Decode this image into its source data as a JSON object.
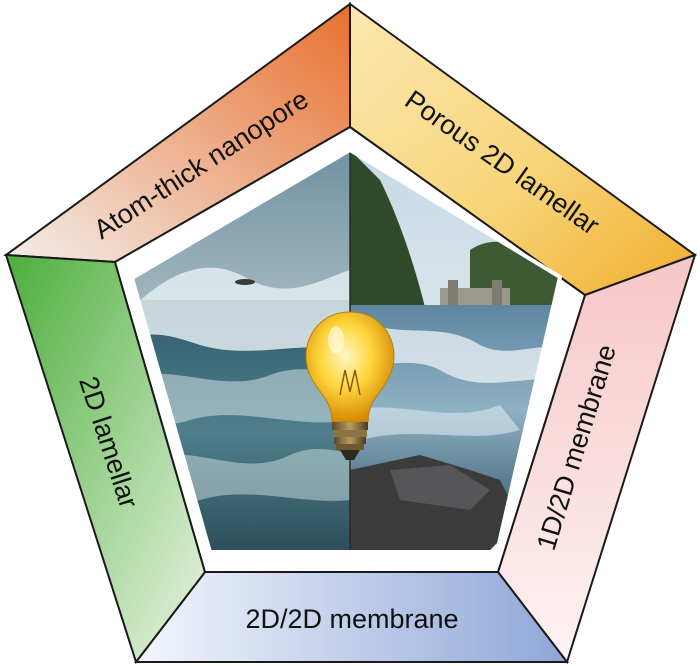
{
  "segments": {
    "top_left": {
      "label": "Atom-thick nanopore",
      "color_start": "#f3eeea",
      "color_end": "#e8702e"
    },
    "top_right": {
      "label": "Porous 2D lamellar",
      "color_start": "#f9e29d",
      "color_end": "#f0ad2c"
    },
    "right": {
      "label": "1D/2D membrane",
      "color_start": "#fdeeee",
      "color_end": "#f5b7bb"
    },
    "bottom": {
      "label": "2D/2D membrane",
      "color_start": "#ecf1fb",
      "color_end": "#8fa6d8"
    },
    "left": {
      "label": "2D lamellar",
      "color_start": "#4cae3b",
      "color_end": "#e6f2df"
    }
  },
  "center": {
    "left_scene": "ocean-waves",
    "right_scene": "river-dam",
    "icon": "light-bulb-icon"
  },
  "colors": {
    "outline": "#1a1a1a",
    "inner_border": "#ffffff"
  }
}
